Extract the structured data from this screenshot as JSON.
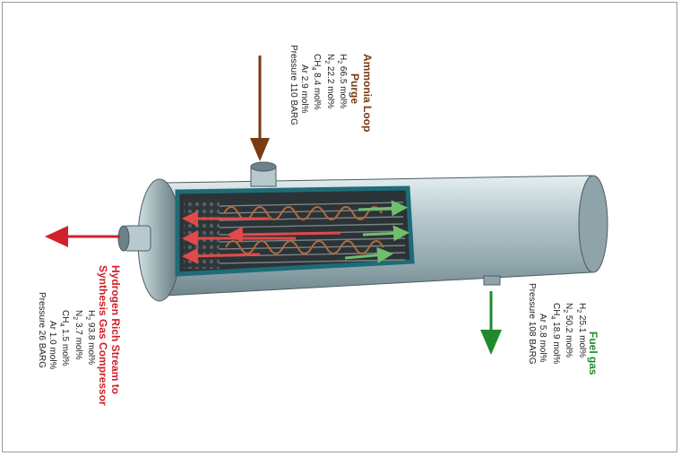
{
  "colors": {
    "purge": "#7a3a12",
    "hydrogen": "#d0202a",
    "fuel": "#1f8a2e",
    "vessel": "#b9cdd2",
    "shell_inner": "#1f6c78"
  },
  "labels": {
    "purge": {
      "title_line1": "Ammonia Loop",
      "title_line2": "Purge",
      "rows": [
        {
          "sym": "H",
          "sub": "2",
          "val": "66.5 mol%"
        },
        {
          "sym": "N",
          "sub": "2",
          "val": "22.2 mol%"
        },
        {
          "sym": "CH",
          "sub": "4",
          "val": "8.4 mol%"
        },
        {
          "sym": "Ar",
          "sub": "",
          "val": "2.9 mol%"
        },
        {
          "sym": "Pressure",
          "sub": "",
          "val": "110 BARG"
        }
      ]
    },
    "hydrogen": {
      "title_line1": "Hydrogen Rich Stream to",
      "title_line2": "Synthesis Gas Compressor",
      "rows": [
        {
          "sym": "H",
          "sub": "2",
          "val": "93.8 mol%"
        },
        {
          "sym": "N",
          "sub": "2",
          "val": "3.7 mol%"
        },
        {
          "sym": "CH",
          "sub": "4",
          "val": "1.5 mol%"
        },
        {
          "sym": "Ar",
          "sub": "",
          "val": "1.0 mol%"
        },
        {
          "sym": "Pressure",
          "sub": "",
          "val": "26 BARG"
        }
      ]
    },
    "fuel": {
      "title_line1": "Fuel gas",
      "rows": [
        {
          "sym": "H",
          "sub": "2",
          "val": "25.1 mol%"
        },
        {
          "sym": "N",
          "sub": "2",
          "val": "50.2 mol%"
        },
        {
          "sym": "CH",
          "sub": "4",
          "val": "18.9 mol%"
        },
        {
          "sym": "Ar",
          "sub": "",
          "val": "5.8 mol%"
        },
        {
          "sym": "Pressure",
          "sub": "",
          "val": "108 BARG"
        }
      ]
    }
  }
}
